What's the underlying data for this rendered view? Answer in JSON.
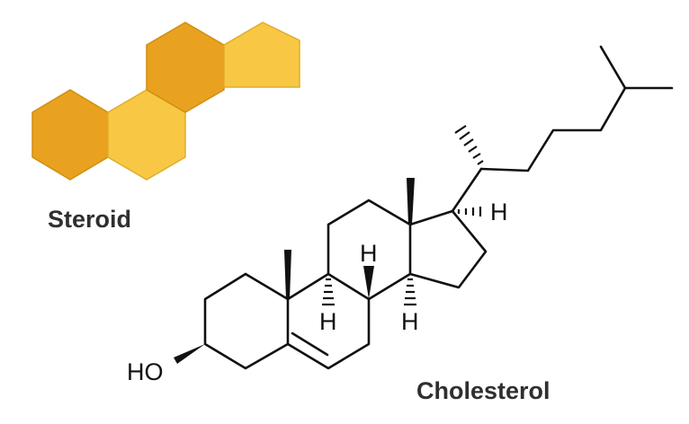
{
  "labels": {
    "steroid": "Steroid",
    "cholesterol": "Cholesterol"
  },
  "atoms": {
    "hydroxyl": "HO",
    "hydrogen": "H"
  },
  "colors": {
    "gold_dark": "#E8A21F",
    "gold_light": "#F8C744",
    "bond": "#111111",
    "label_text": "#2F2F2F"
  }
}
